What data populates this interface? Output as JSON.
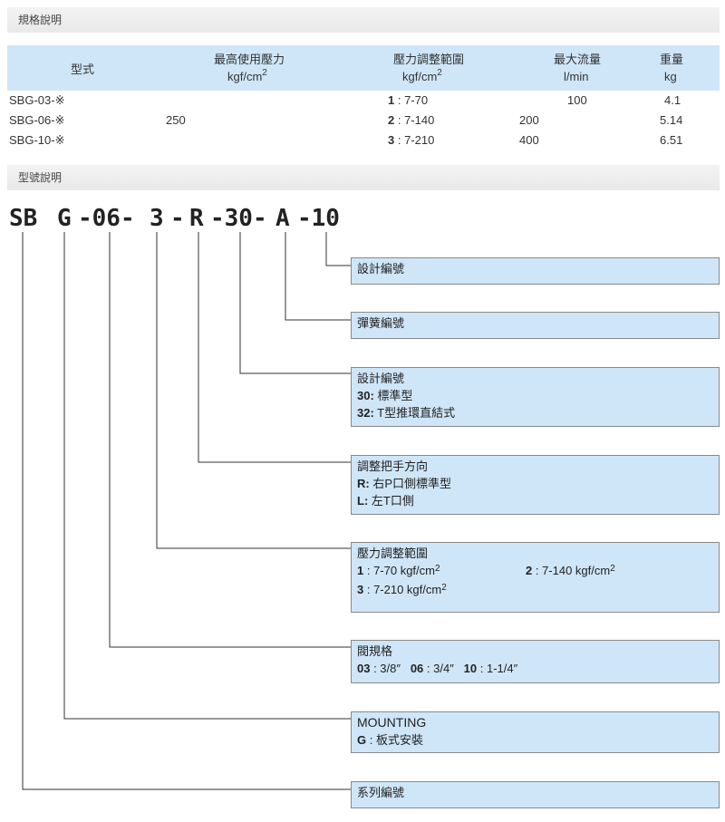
{
  "sections": {
    "spec_title": "規格說明",
    "model_title": "型號說明"
  },
  "spec_table": {
    "headers": {
      "model": "型式",
      "max_pressure": "最高使用壓力",
      "max_pressure_unit": "kgf/cm",
      "adj_range": "壓力調整範圍",
      "adj_range_unit": "kgf/cm",
      "flow": "最大流量",
      "flow_unit": "l/min",
      "weight": "重量",
      "weight_unit": "kg",
      "sup": "2"
    },
    "models": [
      "SBG-03-※",
      "SBG-06-※",
      "SBG-10-※"
    ],
    "max_pressure": "250",
    "ranges": [
      {
        "key": "1",
        "sep": " : ",
        "val": "7-70"
      },
      {
        "key": "2",
        "sep": " : ",
        "val": "7-140"
      },
      {
        "key": "3",
        "sep": " : ",
        "val": "7-210"
      }
    ],
    "flows": [
      "100",
      "200",
      "400"
    ],
    "weights": [
      "4.1",
      "5.14",
      "6.51"
    ]
  },
  "model_code": [
    "SB",
    "G",
    "-06-",
    "3",
    "-",
    "R",
    "-30-",
    "A",
    "-10"
  ],
  "boxes": {
    "b1": {
      "title": "設計編號"
    },
    "b2": {
      "title": "彈簧編號"
    },
    "b3": {
      "title": "設計編號",
      "l1k": "30:",
      "l1": " 標準型",
      "l2k": "32:",
      "l2": " T型推環直結式"
    },
    "b4": {
      "title": "調整把手方向",
      "l1k": "R:",
      "l1": " 右P口側標準型",
      "l2k": "L:",
      "l2": " 左T口側"
    },
    "b5": {
      "title": "壓力調整範圍",
      "l1k": "1",
      "l1": " : 7-70 kgf/cm",
      "l2k": "2",
      "l2": " : 7-140 kgf/cm",
      "l3k": "3",
      "l3": " : 7-210 kgf/cm",
      "sup": "2"
    },
    "b6": {
      "title": "閥規格",
      "k1": "03",
      "v1": " : 3/8″",
      "k2": "06",
      "v2": " : 3/4″",
      "k3": "10",
      "v3": " : 1-1/4″"
    },
    "b7": {
      "title": "MOUNTING",
      "l1k": "G",
      "l1": " : 板式安裝"
    },
    "b8": {
      "title": "系列編號"
    }
  }
}
